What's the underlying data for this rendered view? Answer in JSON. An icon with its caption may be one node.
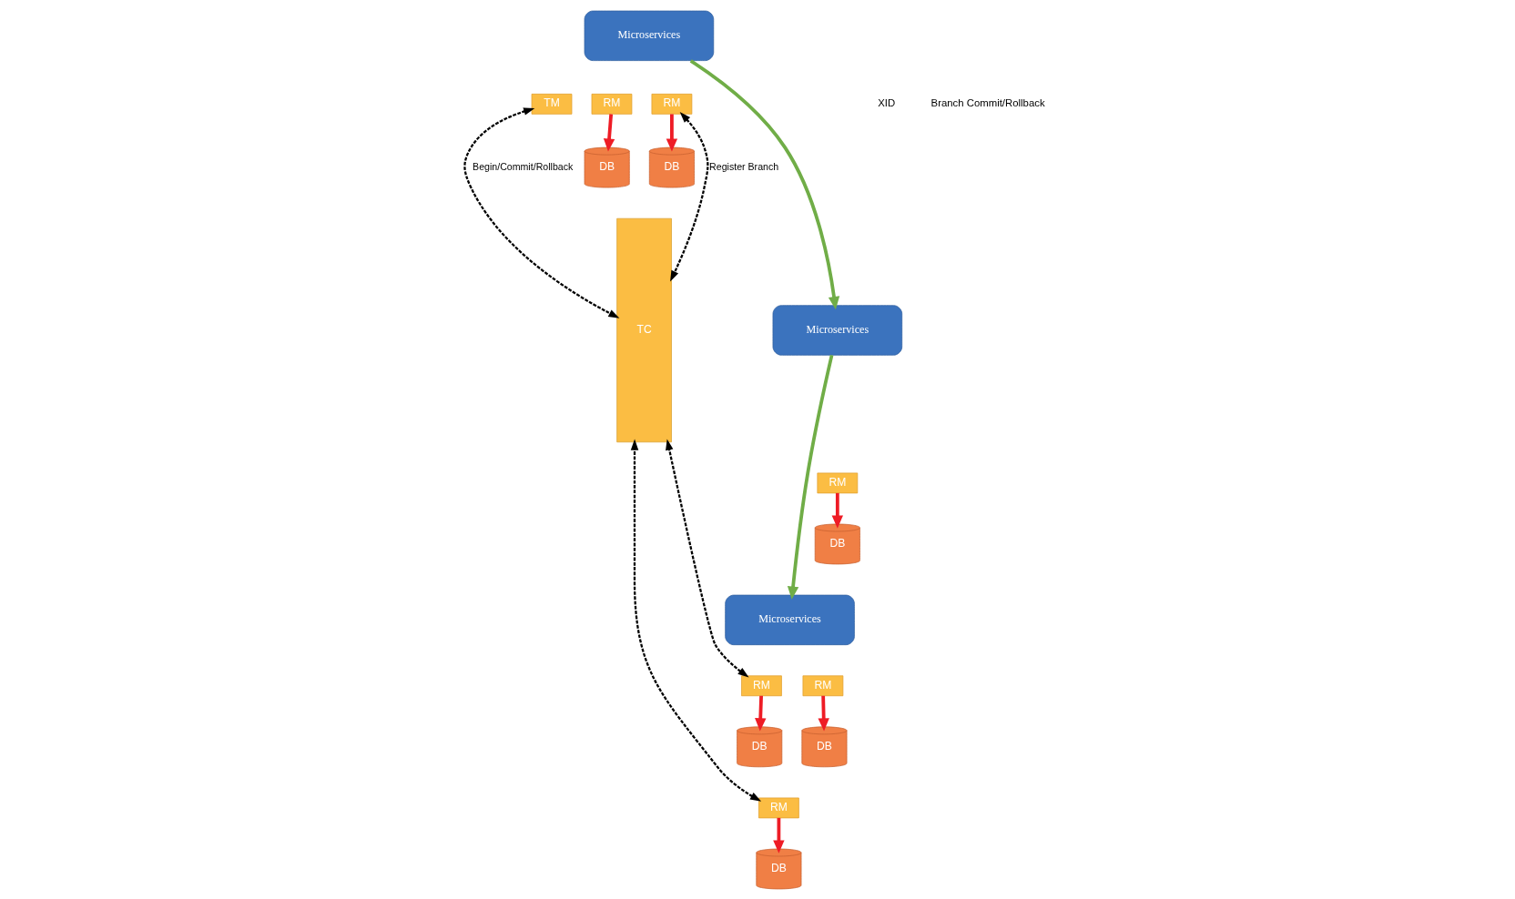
{
  "diagram": {
    "nodes": [
      {
        "text": [
          "Microservices"
        ]
      },
      {
        "text": [
          "TM"
        ]
      },
      {
        "text": [
          "RM"
        ]
      },
      {
        "text": [
          "RM"
        ]
      },
      {
        "text": [
          "DB"
        ]
      },
      {
        "text": [
          "DB"
        ]
      },
      {
        "text": [
          "Microservices"
        ]
      },
      {
        "text": [
          "RM"
        ]
      },
      {
        "text": [
          "RM"
        ]
      },
      {
        "text": [
          "DB"
        ]
      },
      {
        "text": [
          "DB"
        ]
      },
      {
        "text": [
          "Microservices"
        ]
      },
      {
        "text": [
          "RM"
        ]
      },
      {
        "text": [
          "RM"
        ]
      },
      {
        "text": [
          "DB"
        ]
      },
      {
        "text": [
          "DB"
        ]
      },
      {
        "text": [
          "TC"
        ]
      }
    ],
    "edges": [
      {
        "from": 1,
        "to": 16,
        "arrow": "both",
        "style": "dashed",
        "color": "#000000",
        "label": "Begin/Commit/Rollback"
      },
      {
        "from": 3,
        "to": 16,
        "arrow": "both",
        "style": "dashed",
        "color": "#000000",
        "label": "Register Branch"
      },
      {
        "from": 8,
        "to": 16,
        "arrow": "both",
        "style": "dashed",
        "color": "#000000"
      },
      {
        "from": 13,
        "to": 16,
        "arrow": "both",
        "style": "dashed",
        "color": "#000000"
      },
      {
        "from": 2,
        "to": 4,
        "arrow": "to"
      },
      {
        "from": 3,
        "to": 5,
        "arrow": "to"
      },
      {
        "from": 7,
        "to": 9,
        "arrow": "to"
      },
      {
        "from": 8,
        "to": 10,
        "arrow": "to"
      },
      {
        "from": 12,
        "to": 14,
        "arrow": "to"
      },
      {
        "from": 13,
        "to": 15,
        "arrow": "to"
      },
      {
        "from": 0,
        "to": 6,
        "arrow": "to",
        "color": "#70ad47"
      },
      {
        "from": 6,
        "to": 11,
        "arrow": "to",
        "color": "#70ad47"
      }
    ],
    "labels": [
      "XID",
      "Branch Commit/Rollback"
    ]
  }
}
